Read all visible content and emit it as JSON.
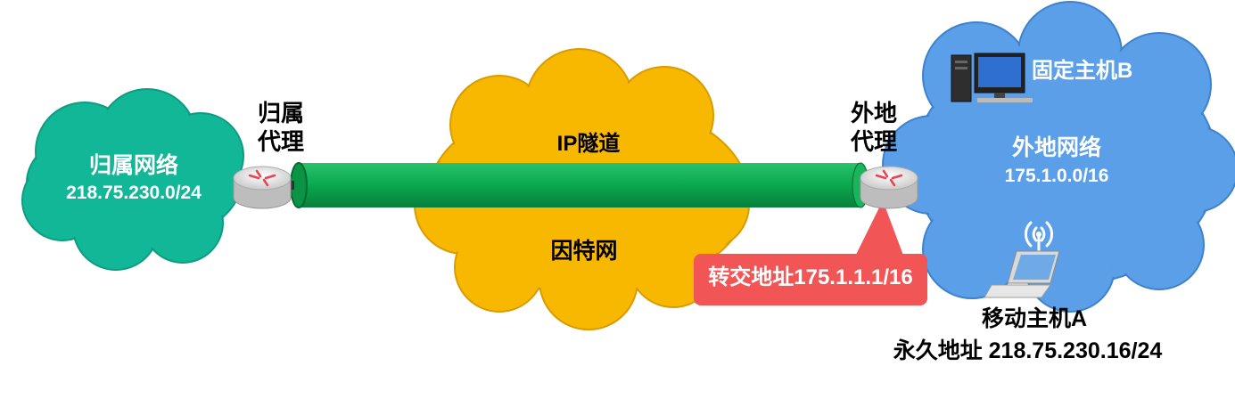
{
  "home_network": {
    "name": "归属网络",
    "address": "218.75.230.0/24",
    "color": "#12b798"
  },
  "home_agent": {
    "label_line1": "归属",
    "label_line2": "代理"
  },
  "internet": {
    "label": "因特网",
    "color": "#f9b800"
  },
  "tunnel": {
    "label": "IP隧道",
    "color": "#0aa84f"
  },
  "foreign_agent": {
    "label_line1": "外地",
    "label_line2": "代理"
  },
  "foreign_network": {
    "name": "外地网络",
    "address": "175.1.0.0/16",
    "color": "#5a9fe8"
  },
  "fixed_host": {
    "label": "固定主机B"
  },
  "care_of_address": {
    "label": "转交地址175.1.1.1/16",
    "color": "#f15555"
  },
  "mobile_host": {
    "name": "移动主机A",
    "permanent_address": "永久地址 218.75.230.16/24"
  },
  "icons": [
    "router-icon",
    "desktop-computer-icon",
    "laptop-icon",
    "wireless-signal-icon"
  ]
}
